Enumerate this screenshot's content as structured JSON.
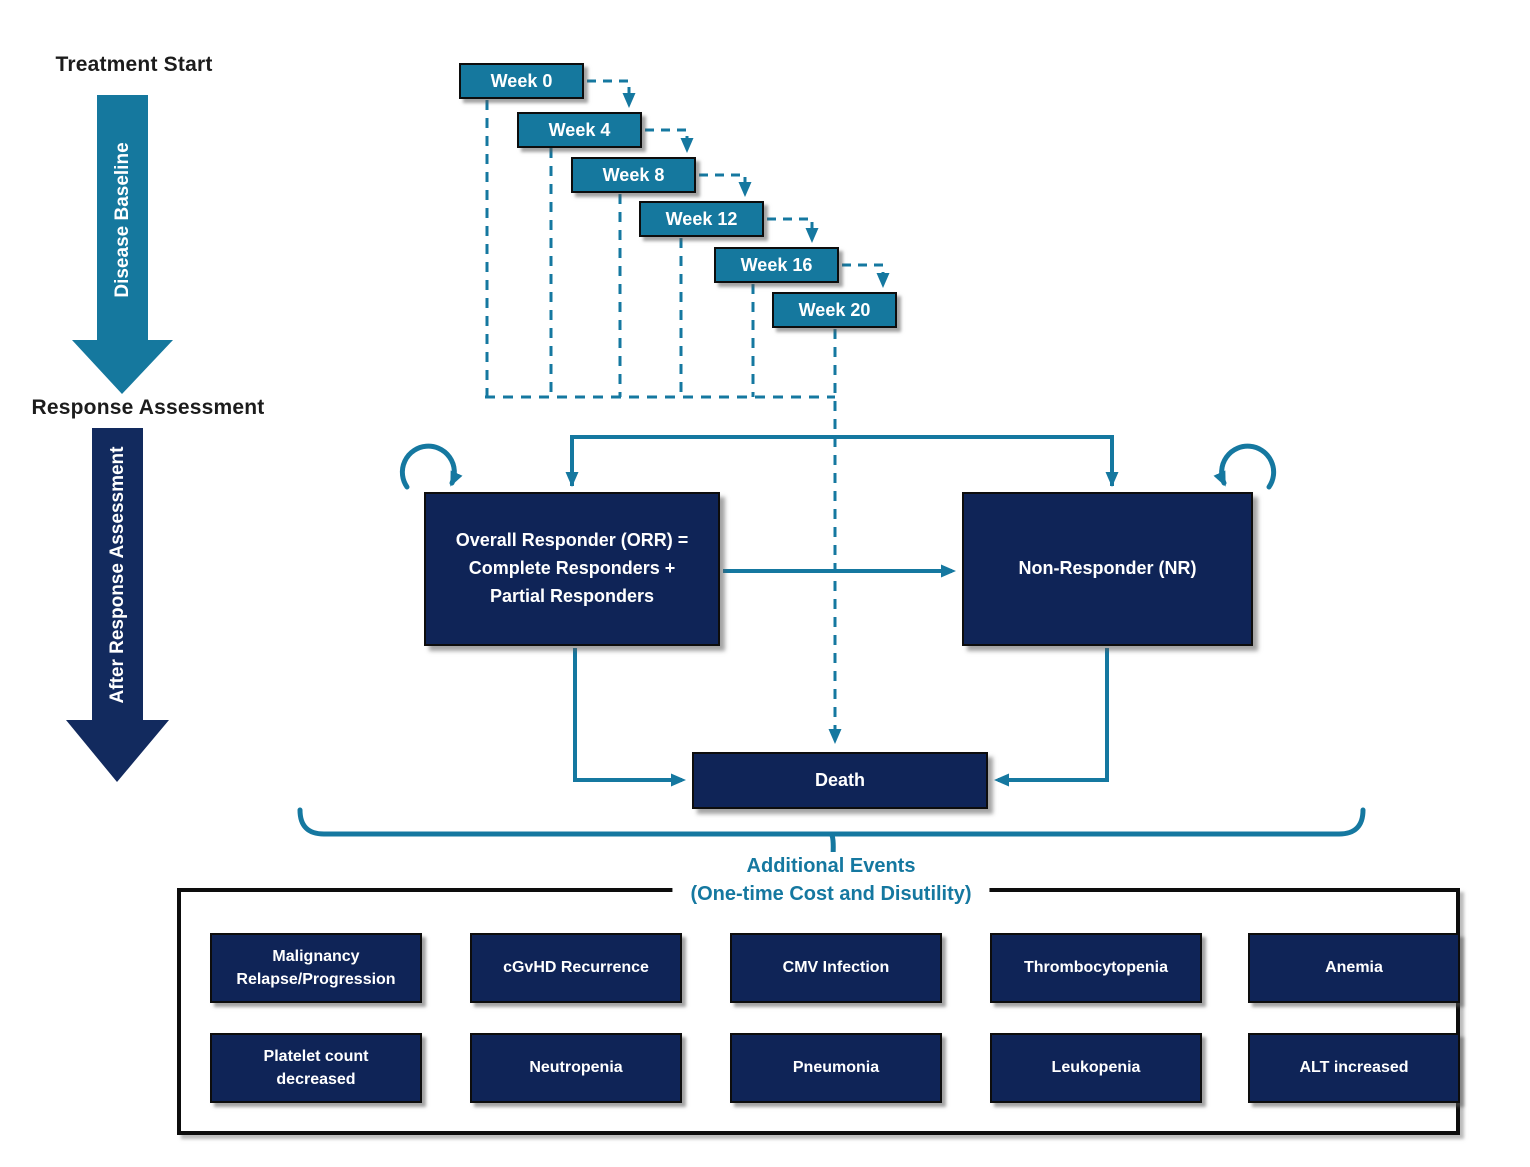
{
  "palette": {
    "teal_fill": "#15789E",
    "teal_line": "#1578A0",
    "navy_fill": "#0F2457",
    "border_black": "#0d0d0d",
    "title_teal": "#1578A0"
  },
  "left_rail": {
    "treatment_start": "Treatment Start",
    "disease_baseline": "Disease Baseline",
    "response_assessment": "Response Assessment",
    "after_response_assessment": "After Response Assessment"
  },
  "timeline": {
    "weeks": [
      "Week 0",
      "Week 4",
      "Week 8",
      "Week 12",
      "Week 16",
      "Week 20"
    ]
  },
  "states": {
    "orr": "Overall Responder (ORR) =\nComplete Responders +\nPartial Responders",
    "nr": "Non-Responder (NR)",
    "death": "Death"
  },
  "additional_events": {
    "title": "Additional Events",
    "subtitle": "(One-time Cost and Disutility)",
    "row1": [
      "Malignancy\nRelapse/Progression",
      "cGvHD Recurrence",
      "CMV Infection",
      "Thrombocytopenia",
      "Anemia"
    ],
    "row2": [
      "Platelet count\ndecreased",
      "Neutropenia",
      "Pneumonia",
      "Leukopenia",
      "ALT increased"
    ]
  }
}
